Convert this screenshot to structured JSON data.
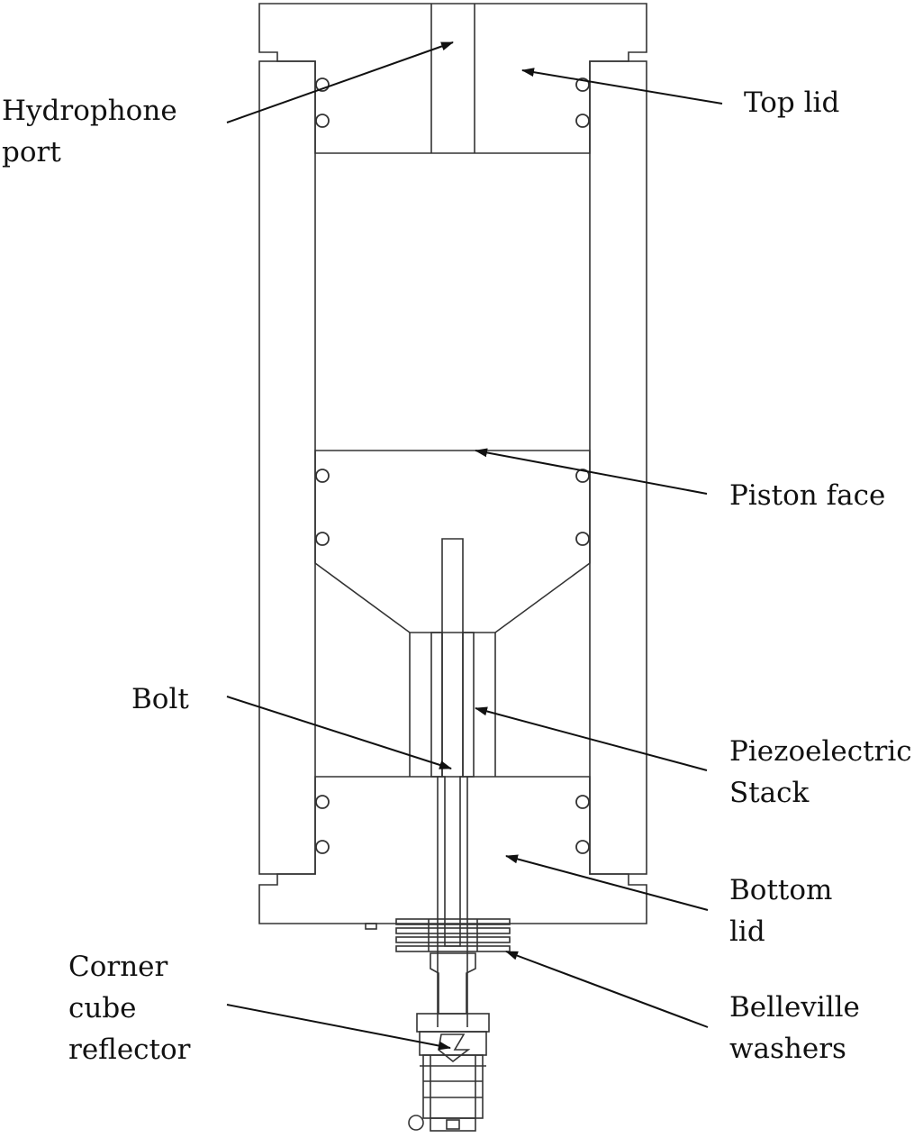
{
  "colors": {
    "line": "#333333",
    "arrow": "#111111",
    "text": "#111111",
    "background": "#ffffff"
  },
  "labels": {
    "hydrophone_port": [
      "Hydrophone",
      "port"
    ],
    "top_lid": [
      "Top lid"
    ],
    "piston_face": [
      "Piston face"
    ],
    "bolt": [
      "Bolt"
    ],
    "piezoelectric_stack": [
      "Piezoelectric",
      "Stack"
    ],
    "bottom_lid": [
      "Bottom",
      "lid"
    ],
    "corner_cube_reflector": [
      "Corner",
      "cube",
      "reflector"
    ],
    "belleville_washers": [
      "Belleville",
      "washers"
    ]
  }
}
